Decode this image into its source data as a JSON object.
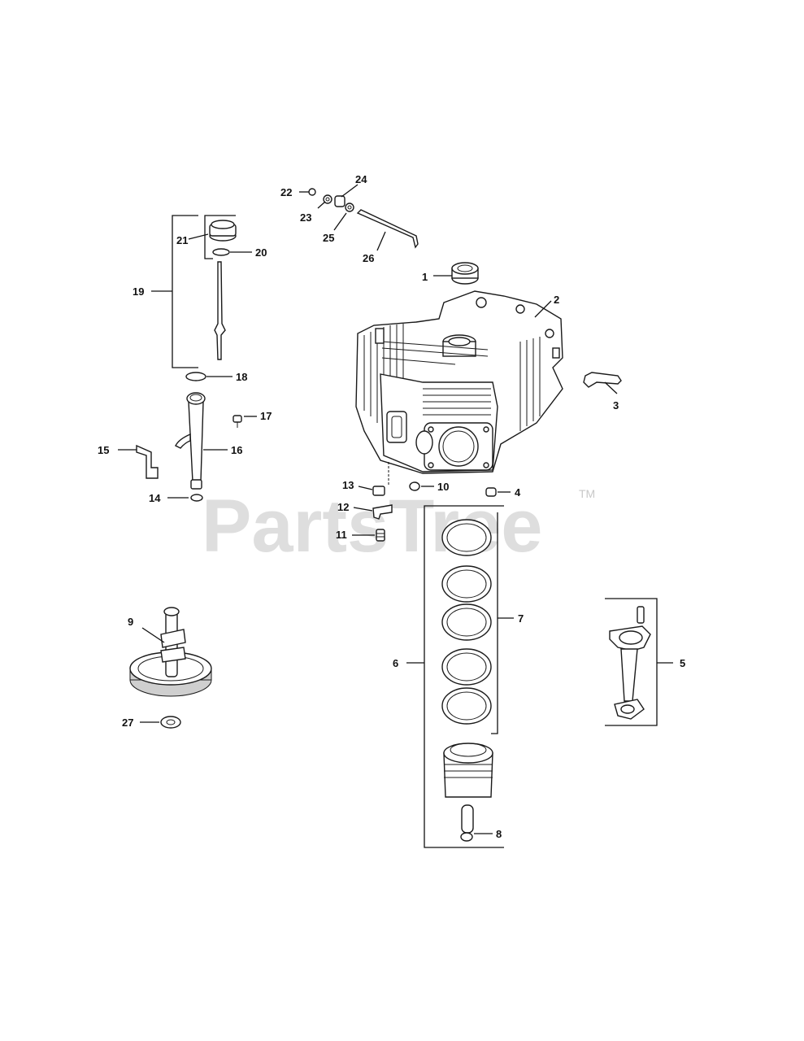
{
  "watermark": {
    "text": "PartsTree",
    "trademark": "TM"
  },
  "callouts": {
    "c1": "1",
    "c2": "2",
    "c3": "3",
    "c4": "4",
    "c5": "5",
    "c6": "6",
    "c7": "7",
    "c8": "8",
    "c9": "9",
    "c10": "10",
    "c11": "11",
    "c12": "12",
    "c13": "13",
    "c14": "14",
    "c15": "15",
    "c16": "16",
    "c17": "17",
    "c18": "18",
    "c19": "19",
    "c20": "20",
    "c21": "21",
    "c22": "22",
    "c23": "23",
    "c24": "24",
    "c25": "25",
    "c26": "26",
    "c27": "27"
  },
  "icons": {
    "crankcase": "engine-crankcase-icon",
    "camshaft": "camshaft-gear-icon",
    "piston": "piston-icon",
    "rod": "connecting-rod-icon",
    "dipstick": "dipstick-icon",
    "fill_tube": "oil-fill-tube-icon"
  }
}
